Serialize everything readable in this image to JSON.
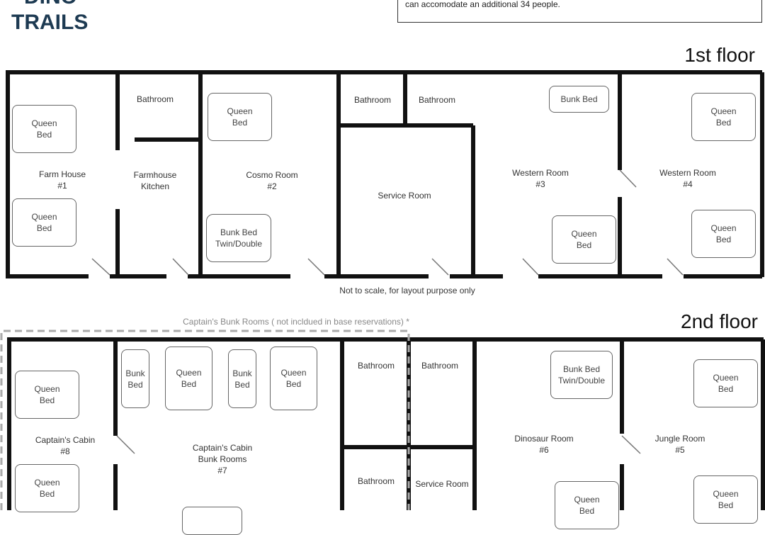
{
  "logo": {
    "line1": "DINO",
    "line2": "TRAILS"
  },
  "notice": "can accomodate an additional 34 people.",
  "floor1": {
    "title": "1st floor",
    "note": "Not to scale, for layout purpose only",
    "rooms": {
      "farm_house": "Farm House\n#1",
      "bath1": "Bathroom",
      "kitchen": "Farmhouse\nKitchen",
      "cosmo": "Cosmo Room\n#2",
      "bath2": "Bathroom",
      "bath3": "Bathroom",
      "service": "Service Room",
      "western3": "Western Room\n#3",
      "western4": "Western Room\n#4"
    },
    "beds": [
      "Queen\nBed",
      "Queen\nBed",
      "Queen\nBed",
      "Bunk Bed\nTwin/Double",
      "Bunk Bed",
      "Queen\nBed",
      "Queen\nBed",
      "Queen\nBed"
    ]
  },
  "floor2": {
    "title": "2nd floor",
    "captain_note": "Captain's Bunk Rooms ( not incldued in base reservations) *",
    "rooms": {
      "cabin8": "Captain's Cabin\n#8",
      "cabin7": "Captain's Cabin\nBunk Rooms\n#7",
      "bath1": "Bathroom",
      "bath2": "Bathroom",
      "bath3": "Bathroom",
      "service": "Service Room",
      "dino": "Dinosaur Room\n#6",
      "jungle": "Jungle Room\n#5"
    },
    "beds": [
      "Queen\nBed",
      "Queen\nBed",
      "Bunk\nBed",
      "Queen\nBed",
      "Bunk\nBed",
      "Queen\nBed",
      "Bunk Bed\nTwin/Double",
      "Queen\nBed",
      "Queen\nBed",
      "Queen\nBed"
    ]
  }
}
